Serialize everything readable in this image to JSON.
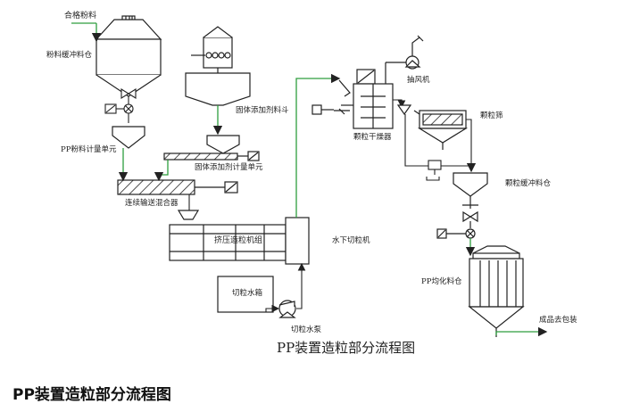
{
  "diagram": {
    "caption": "PP装置造粒部分流程图",
    "labels": {
      "qualified_powder": "合格粉料",
      "powder_buffer_bin": "粉料缓冲料仓",
      "pp_powder_meter": "PP粉料计量单元",
      "solid_additive_hopper": "固体添加剂料斗",
      "solid_additive_meter": "固体添加剂计量单元",
      "continuous_mixer": "连续输送混合器",
      "extruder_pelletizer": "挤压造粒机组",
      "pellet_water_tank": "切粒水箱",
      "pellet_water_pump": "切粒水泵",
      "underwater_pelletizer": "水下切粒机",
      "exhaust_fan": "抽风机",
      "pellet_dryer": "颗粒干燥器",
      "pellet_screen": "颗粒筛",
      "pellet_buffer_bin": "颗粒缓冲料仓",
      "pp_homogenizing_silo": "PP均化料仓",
      "to_packaging": "成品去包装"
    }
  },
  "page": {
    "heading": "PP装置造粒部分流程图"
  }
}
